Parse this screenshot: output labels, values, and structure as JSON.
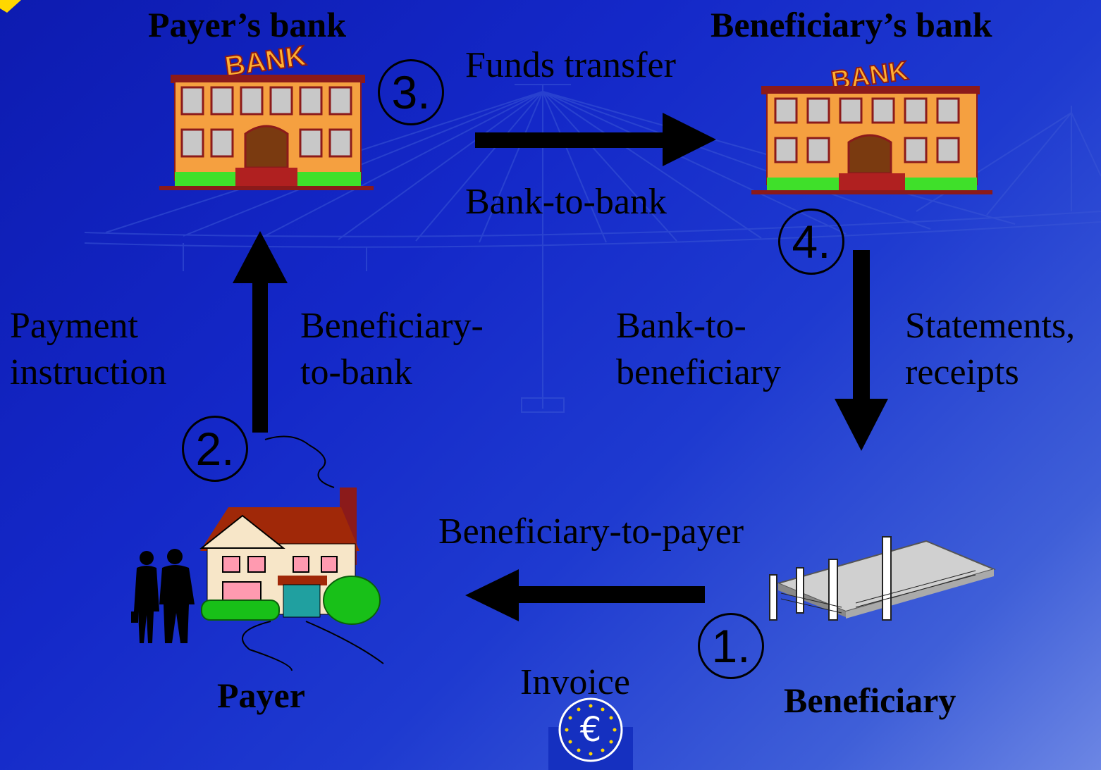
{
  "nodes": {
    "payer_bank": {
      "title": "Payer’s bank",
      "sign": "BANK"
    },
    "beneficiary_bank": {
      "title": "Beneficiary’s bank",
      "sign": "BANK"
    },
    "payer": {
      "title": "Payer"
    },
    "beneficiary": {
      "title": "Beneficiary"
    }
  },
  "steps": [
    {
      "number": "1.",
      "label": "Invoice",
      "channel": "Beneficiary-to-payer"
    },
    {
      "number": "2.",
      "label_lines": [
        "Payment",
        "instruction"
      ],
      "channel_lines": [
        "Beneficiary-",
        "to-bank"
      ]
    },
    {
      "number": "3.",
      "label": "Funds transfer",
      "channel": "Bank-to-bank"
    },
    {
      "number": "4.",
      "label_lines": [
        "Statements,",
        "receipts"
      ],
      "channel_lines": [
        "Bank-to-",
        "beneficiary"
      ]
    }
  ],
  "colors": {
    "background_dark": "#0d1bb0",
    "background_light": "#6c86e4",
    "arrow": "#000000",
    "bank_wall": "#f5a040",
    "bank_trim": "#8b1a1a",
    "grass": "#3fe02a",
    "euro_blue": "#1530c0",
    "euro_star": "#ffd700"
  },
  "icons": [
    "bank-building-icon",
    "house-icon",
    "people-silhouette-icon",
    "office-building-icon",
    "euro-logo-icon"
  ]
}
